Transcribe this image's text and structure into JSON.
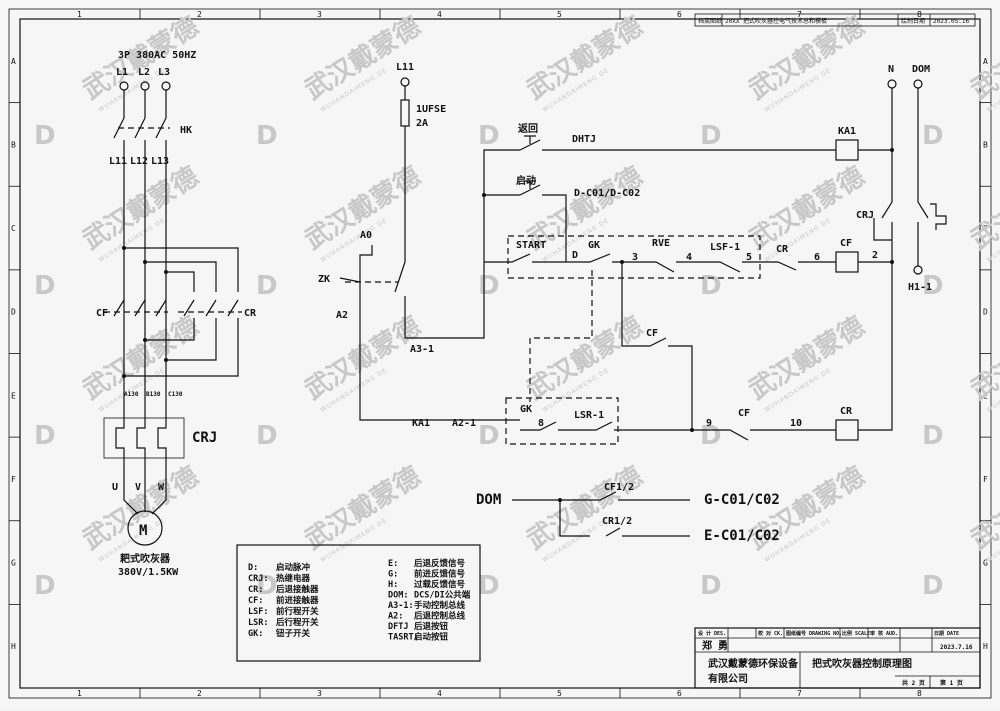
{
  "frame": {
    "columns": [
      "1",
      "2",
      "3",
      "4",
      "5",
      "6",
      "7",
      "8"
    ],
    "rows": [
      "A",
      "B",
      "C",
      "D",
      "E",
      "F",
      "G",
      "H"
    ]
  },
  "watermark": {
    "logo": "D",
    "text": "武汉戴蒙德",
    "sub": "WUHANDAIMENG DE"
  },
  "header": {
    "c1": "档案图纸",
    "c2": "20XX 把式吹灰器控电气技术总和模板",
    "c3": "绘制日期",
    "c4": "2023.05.16"
  },
  "power": {
    "supply": "3P 380AC 50HZ",
    "phases": [
      "L1",
      "L2",
      "L3"
    ],
    "hk": "HK",
    "wires": [
      "L11",
      "L12",
      "L13"
    ],
    "cf": "CF",
    "cr": "CR",
    "terms": [
      "A130",
      "B130",
      "C130"
    ],
    "crj": "CRJ",
    "motor_terms": [
      "U",
      "V",
      "W"
    ],
    "motor": "M",
    "device": "耙式吹灰器",
    "rating": "380V/1.5KW"
  },
  "control": {
    "l11": "L11",
    "fuse": "1UFSE",
    "fuse_rating": "2A",
    "a0": "A0",
    "zk": "ZK",
    "a2": "A2",
    "a31": "A3-1",
    "return_btn": "返回",
    "dhtj": "DHTJ",
    "ka1": "KA1",
    "start_btn": "启动",
    "dco": "D-C01/D-C02",
    "start": "START",
    "d": "D",
    "gk": "GK",
    "n3": "3",
    "rve": "RVE",
    "n4": "4",
    "lsf": "LSF-1",
    "n5": "5",
    "cr": "CR",
    "n6": "6",
    "cf": "CF",
    "n2": "2",
    "n": "N",
    "dom": "DOM",
    "crj": "CRJ",
    "h11": "H1-1",
    "cf2": "CF",
    "ka1b": "KA1",
    "a21": "A2-1",
    "gk2": "GK",
    "n8": "8",
    "lsr": "LSR-1",
    "n9": "9",
    "cf3": "CF",
    "n10": "10",
    "cr2": "CR"
  },
  "feedback": {
    "dom": "DOM",
    "cf12": "CF1/2",
    "cr12": "CR1/2",
    "g": "G-C01/C02",
    "e": "E-C01/C02"
  },
  "legend_left": [
    [
      "D:",
      "启动脉冲"
    ],
    [
      "CRJ:",
      "热继电器"
    ],
    [
      "CR:",
      "后退接触器"
    ],
    [
      "CF:",
      "前进接触器"
    ],
    [
      "LSF:",
      "前行程开关"
    ],
    [
      "LSR:",
      "后行程开关"
    ],
    [
      "GK:",
      "钮子开关"
    ]
  ],
  "legend_right": [
    [
      "E:",
      "后退反馈信号"
    ],
    [
      "G:",
      "前进反馈信号"
    ],
    [
      "H:",
      "过载反馈信号"
    ],
    [
      "DOM:",
      "DCS/DI公共端"
    ],
    [
      "A3-1:",
      "手动控制总线"
    ],
    [
      "A2:",
      "后退控制总线"
    ],
    [
      "DFTJ",
      "后退按钮"
    ],
    [
      "TASRT:",
      "启动按钮"
    ]
  ],
  "titleblock": {
    "design": "设 计 DES.",
    "designer": "郑 勇",
    "check": "校 对 CK.",
    "drawing_no": "图纸编号 DRAWING NO.",
    "scale": "比例 SCALE",
    "approve": "审 核 AUD.",
    "date_label": "日期 DATE",
    "date": "2023.7.16",
    "company": "武汉戴蒙德环保设备",
    "company2": "有限公司",
    "title": "把式吹灰器控制原理图",
    "total": "共 2 页",
    "page": "第 1 页"
  }
}
